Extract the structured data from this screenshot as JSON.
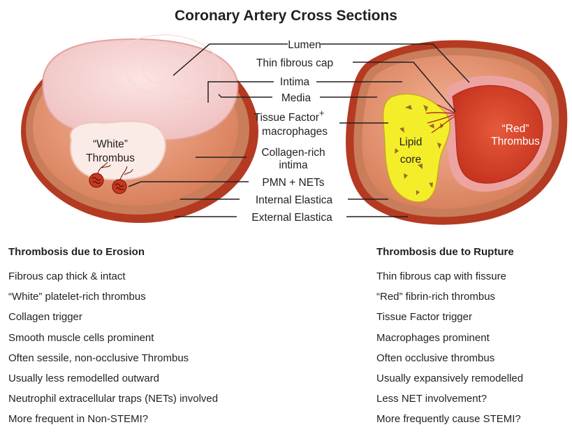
{
  "title": "Coronary Artery Cross Sections",
  "labels": {
    "lumen": "Lumen",
    "thin_fibrous_cap": "Thin fibrous cap",
    "intima": "Intima",
    "media": "Media",
    "tissue_factor": "Tissue Factor",
    "tissue_factor_sup": "+",
    "macrophages": "macrophages",
    "collagen_rich": "Collagen-rich",
    "collagen_intima": "intima",
    "pmn_nets": "PMN + NETs",
    "internal_elastica": "Internal Elastica",
    "external_elastica": "External Elastica"
  },
  "left_artery": {
    "thrombus_line1": "“White”",
    "thrombus_line2": "Thrombus"
  },
  "right_artery": {
    "thrombus_line1": "“Red”",
    "thrombus_line2": "Thrombus",
    "core_line1": "Lipid",
    "core_line2": "core"
  },
  "erosion": {
    "heading": "Thrombosis due to Erosion",
    "items": [
      "Fibrous cap thick & intact",
      "“White” platelet-rich thrombus",
      "Collagen trigger",
      "Smooth muscle cells prominent",
      "Often sessile, non-occlusive Thrombus",
      "Usually less remodelled outward",
      "Neutrophil extracellular traps (NETs) involved",
      "More frequent in Non-STEMI?"
    ]
  },
  "rupture": {
    "heading": "Thrombosis due to Rupture",
    "items": [
      "Thin fibrous cap with fissure",
      "“Red” fibrin-rich thrombus",
      "Tissue Factor trigger",
      "Macrophages prominent",
      "Often occlusive thrombus",
      "Usually expansively remodelled",
      "Less NET involvement?",
      "More frequently cause STEMI?"
    ]
  },
  "colors": {
    "adventitia": "#b53a22",
    "media": "#c9815e",
    "intima": "#e39a79",
    "lumen": "#f4cbcb",
    "white_thrombus": "#fbebe6",
    "red_thrombus": "#d8442a",
    "lipid_core": "#f4ee2a"
  }
}
